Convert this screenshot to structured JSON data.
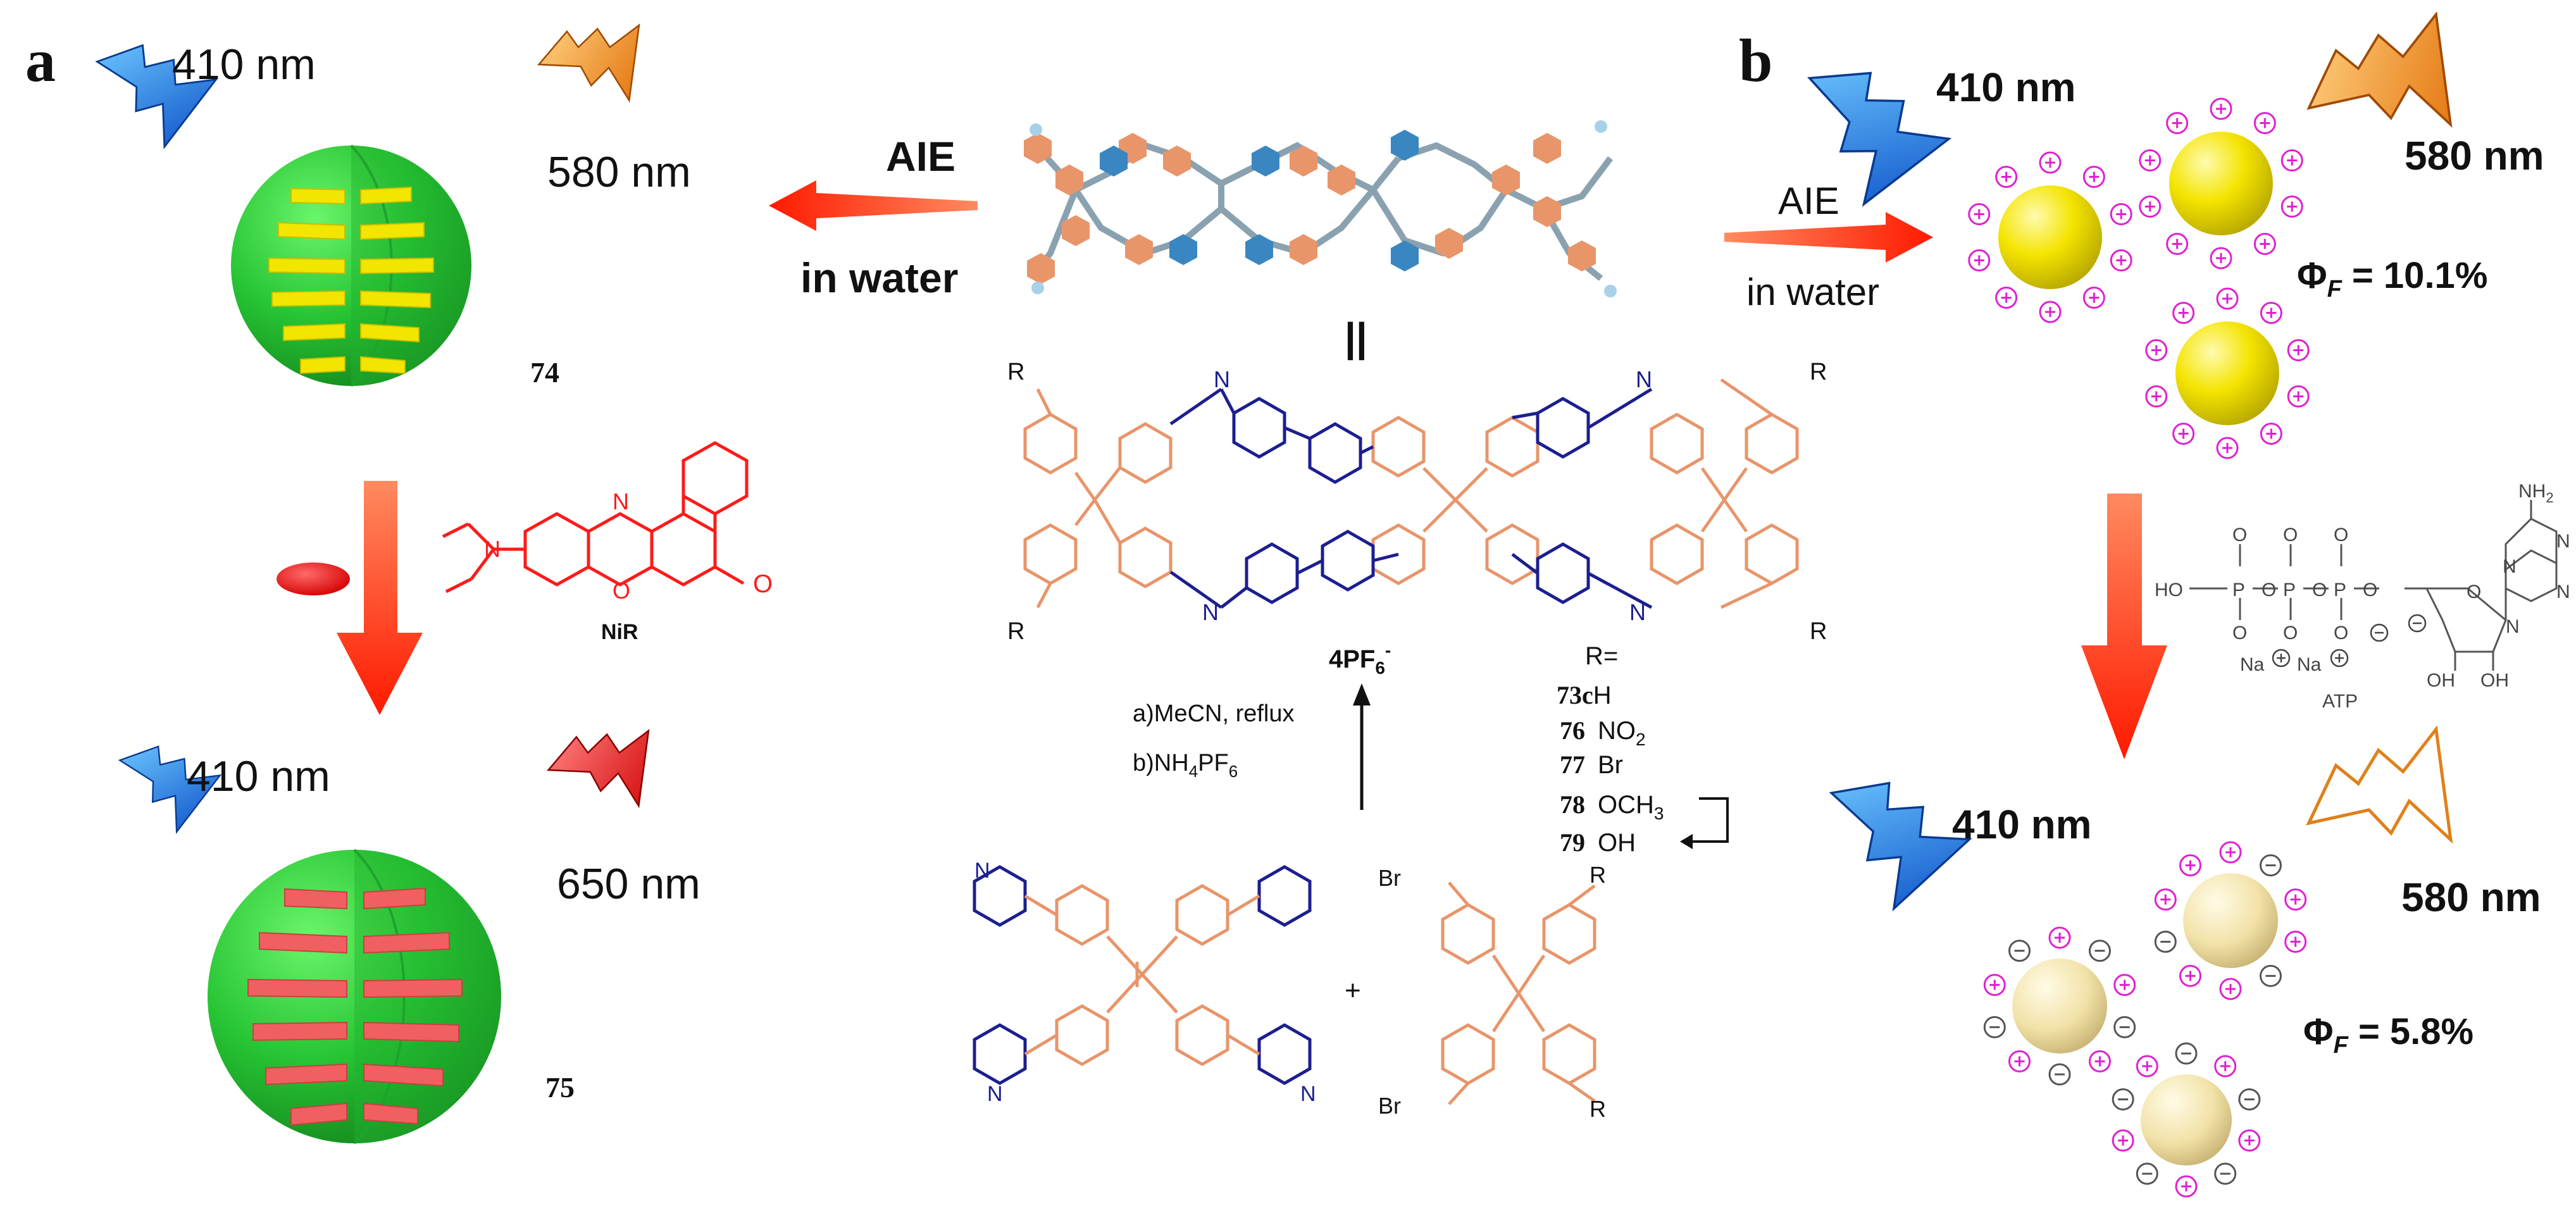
{
  "panels": {
    "a": {
      "label": "a",
      "top_excitation": "410 nm",
      "top_emission": "580 nm",
      "bottom_excitation": "410 nm",
      "bottom_emission": "650 nm",
      "sphere_top_id": "74",
      "sphere_bottom_id": "75",
      "dye_label": "NiR",
      "arrow_label_1": "AIE",
      "arrow_label_2": "in water"
    },
    "b": {
      "label": "b",
      "arrow_label_1": "AIE",
      "arrow_label_2": "in water",
      "top_excitation": "410 nm",
      "top_emission": "580 nm",
      "top_phi_symbol": "Φ",
      "top_phi_sub": "F",
      "top_phi_value": " = 10.1%",
      "bottom_excitation": "410 nm",
      "bottom_emission": "580 nm",
      "bottom_phi_symbol": "Φ",
      "bottom_phi_sub": "F",
      "bottom_phi_value": " = 5.8%",
      "atp_label": "ATP",
      "atp_nh2": "NH",
      "atp_nh2_sub": "2",
      "atp_na": "Na",
      "atp_ho": "HO",
      "atp_oh": "OH",
      "atp_p": "P",
      "atp_o": "O",
      "atp_n": "N"
    }
  },
  "center": {
    "equal_sign": "||",
    "counterion_main": "4PF",
    "counterion_sub": "6",
    "counterion_sup": "-",
    "r_label": "R",
    "r_equals": "R=",
    "substituents": [
      {
        "id": "73c",
        "group": "H"
      },
      {
        "id": "76",
        "group": "NO",
        "sub": "2"
      },
      {
        "id": "77",
        "group": "Br"
      },
      {
        "id": "78",
        "group": "OCH",
        "sub": "3"
      },
      {
        "id": "79",
        "group": "OH"
      }
    ],
    "conditions_1": "a)MeCN, reflux",
    "conditions_2_main": "b)NH",
    "conditions_2_sub1": "4",
    "conditions_2_mid": "PF",
    "conditions_2_sub2": "6",
    "plus": "+",
    "br_label": "Br",
    "n_label": "N",
    "n_plus": "N"
  },
  "colors": {
    "orange_ring": "#e8956a",
    "blue_ring": "#1b1f8f",
    "red_dye": "#ff1a1a",
    "sphere_green": "#2ecc3a",
    "stripe_yellow": "#f2e600",
    "stripe_red": "#f06060",
    "charge_magenta": "#e020d0",
    "arrow_red": "#ff3a1a",
    "bolt_blue": "#1a78e6",
    "bolt_orange": "#f08a10",
    "bolt_red": "#e82020",
    "nanoparticle_yellow": "#f5e400",
    "nanoparticle_pale": "#f2e2a8"
  }
}
